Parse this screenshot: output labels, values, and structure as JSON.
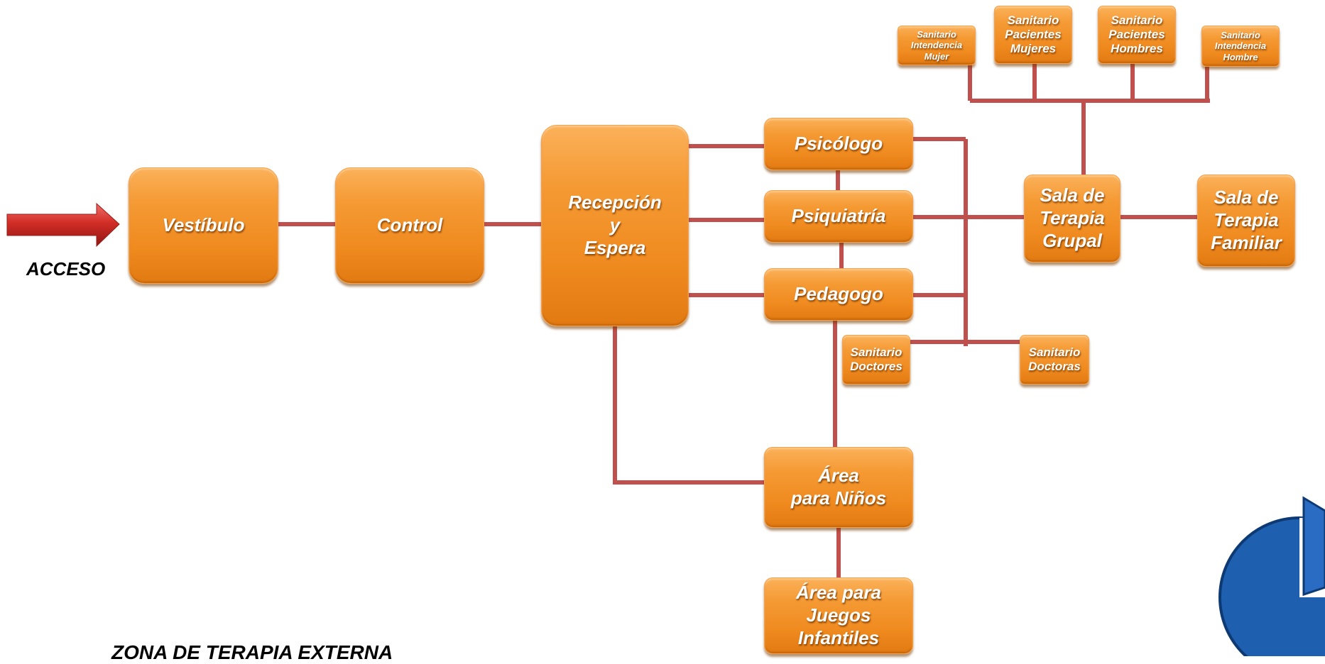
{
  "diagram": {
    "access_label": "ACCESO",
    "zone_title": "ZONA DE TERAPIA EXTERNA",
    "connector_color": "#c0504d",
    "box_color": "#f2912a",
    "nodes": {
      "vestibulo": "Vestíbulo",
      "control": "Control",
      "recepcion": "Recepción\ny\nEspera",
      "psicologo": "Psicólogo",
      "psiquiatria": "Psiquiatría",
      "pedagogo": "Pedagogo",
      "area_ninos": "Área\npara Niños",
      "area_juegos": "Área para\nJuegos\nInfantiles",
      "sala_grupal": "Sala de\nTerapia\nGrupal",
      "sala_familiar": "Sala de\nTerapia\nFamiliar",
      "sanitario_doctores": "Sanitario\nDoctores",
      "sanitario_doctoras": "Sanitario\nDoctoras",
      "sanitario_intendencia_mujer": "Sanitario\nIntendencia\nMujer",
      "sanitario_pacientes_mujeres": "Sanitario\nPacientes\nMujeres",
      "sanitario_pacientes_hombres": "Sanitario\nPacientes\nHombres",
      "sanitario_intendencia_hombre": "Sanitario\nIntendencia\nHombre"
    }
  }
}
